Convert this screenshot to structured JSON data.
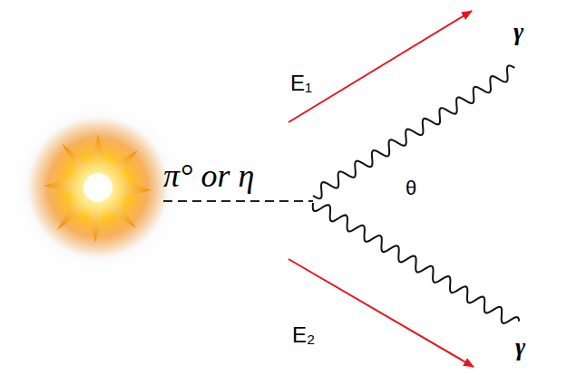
{
  "diagram": {
    "labels": [
      "E₁",
      "γ",
      "π° or η",
      "θ",
      "E₂",
      "γ"
    ]
  }
}
